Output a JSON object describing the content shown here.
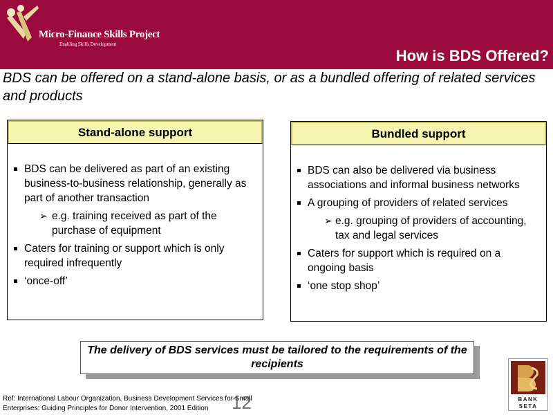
{
  "header": {
    "logo_title": "Micro-Finance Skills Project",
    "logo_tagline": "Enabling Skills Development",
    "slide_title": "How is BDS Offered?"
  },
  "subtitle": "BDS can be offered on a stand-alone basis, or as a bundled offering of related services and products",
  "left_box": {
    "heading": "Stand-alone support",
    "items": [
      "BDS can be delivered as part of an existing business-to-business relationship, generally as part of another transaction",
      "e.g. training received as part of the purchase of equipment",
      "Caters for training or support which is only required infrequently",
      "‘once-off’"
    ]
  },
  "right_box": {
    "heading": "Bundled support",
    "items": [
      "BDS can also be delivered via business associations and informal business networks",
      "A grouping of providers of related services",
      "e.g. grouping of providers of accounting, tax and legal services",
      "Caters for support which is required on a ongoing basis",
      "‘one stop shop’"
    ]
  },
  "callout": "The delivery of BDS services must be tailored to the requirements of the recipients",
  "reference": "Ref: International Labour Organization, Business Development Services for Small Enterprises: Guiding Principles for Donor Intervention, 2001 Edition",
  "page_number": "12",
  "bank_logo": {
    "line1": "BANK",
    "line2": "SETA"
  },
  "colors": {
    "header_bg": "#9b0a3c",
    "box_heading_bg": "#f5f5b0",
    "logo_mark": "#7a1e16"
  },
  "icons": {
    "bullet": "square-bullet-icon",
    "sub_bullet": "arrow-bullet-icon"
  }
}
